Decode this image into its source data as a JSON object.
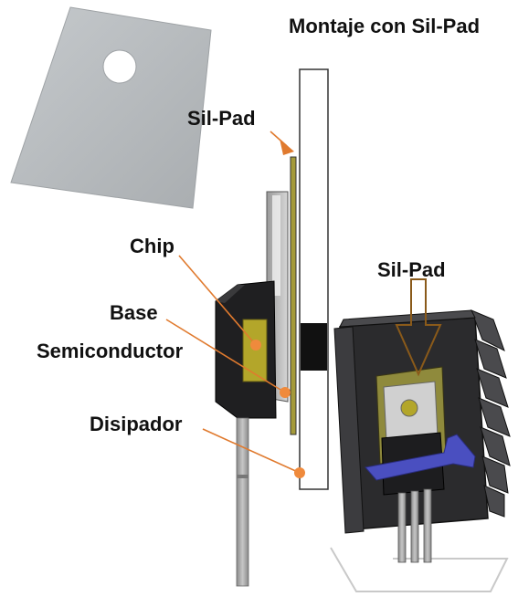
{
  "diagram": {
    "title": "Montaje con Sil-Pad",
    "labels": {
      "silpad_top": "Sil-Pad",
      "silpad_right": "Sil-Pad",
      "chip": "Chip",
      "base": "Base",
      "semiconductor": "Semiconductor",
      "disipador": "Disipador"
    }
  },
  "colors": {
    "silpad_sheet": "#b5b9bc",
    "heatsink": "#2a2a2c",
    "chip": "#b3a62a",
    "leader_line": "#e07a2e",
    "marker_dot": "#ef8a3c",
    "clip": "#4a4fc0"
  }
}
